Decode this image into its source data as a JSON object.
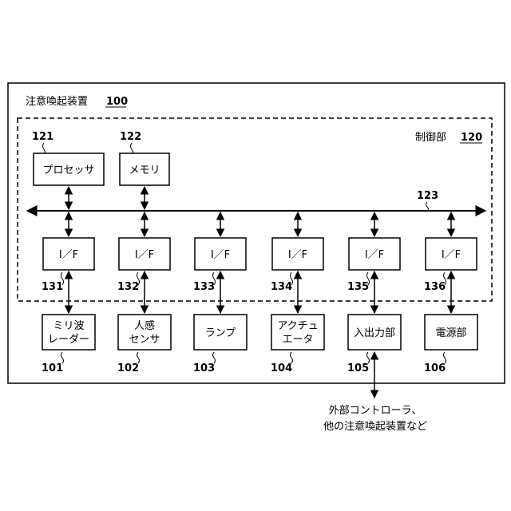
{
  "device": {
    "label": "注意喚起装置",
    "ref": "100"
  },
  "control": {
    "label": "制御部",
    "ref": "120"
  },
  "bus": {
    "ref": "123"
  },
  "processor": {
    "label": "プロセッサ",
    "ref": "121"
  },
  "memory": {
    "label": "メモリ",
    "ref": "122"
  },
  "interfaces": [
    {
      "label": "I／F",
      "ref": "131"
    },
    {
      "label": "I／F",
      "ref": "132"
    },
    {
      "label": "I／F",
      "ref": "133"
    },
    {
      "label": "I／F",
      "ref": "134"
    },
    {
      "label": "I／F",
      "ref": "135"
    },
    {
      "label": "I／F",
      "ref": "136"
    }
  ],
  "devices": [
    {
      "line1": "ミリ波",
      "line2": "レーダー",
      "ref": "101"
    },
    {
      "line1": "人感",
      "line2": "センサ",
      "ref": "102"
    },
    {
      "line1": "ランプ",
      "line2": "",
      "ref": "103"
    },
    {
      "line1": "アクチュ",
      "line2": "エータ",
      "ref": "104"
    },
    {
      "line1": "入出力部",
      "line2": "",
      "ref": "105"
    },
    {
      "line1": "電源部",
      "line2": "",
      "ref": "106"
    }
  ],
  "external": {
    "line1": "外部コントローラ、",
    "line2": "他の注意喚起装置など"
  }
}
